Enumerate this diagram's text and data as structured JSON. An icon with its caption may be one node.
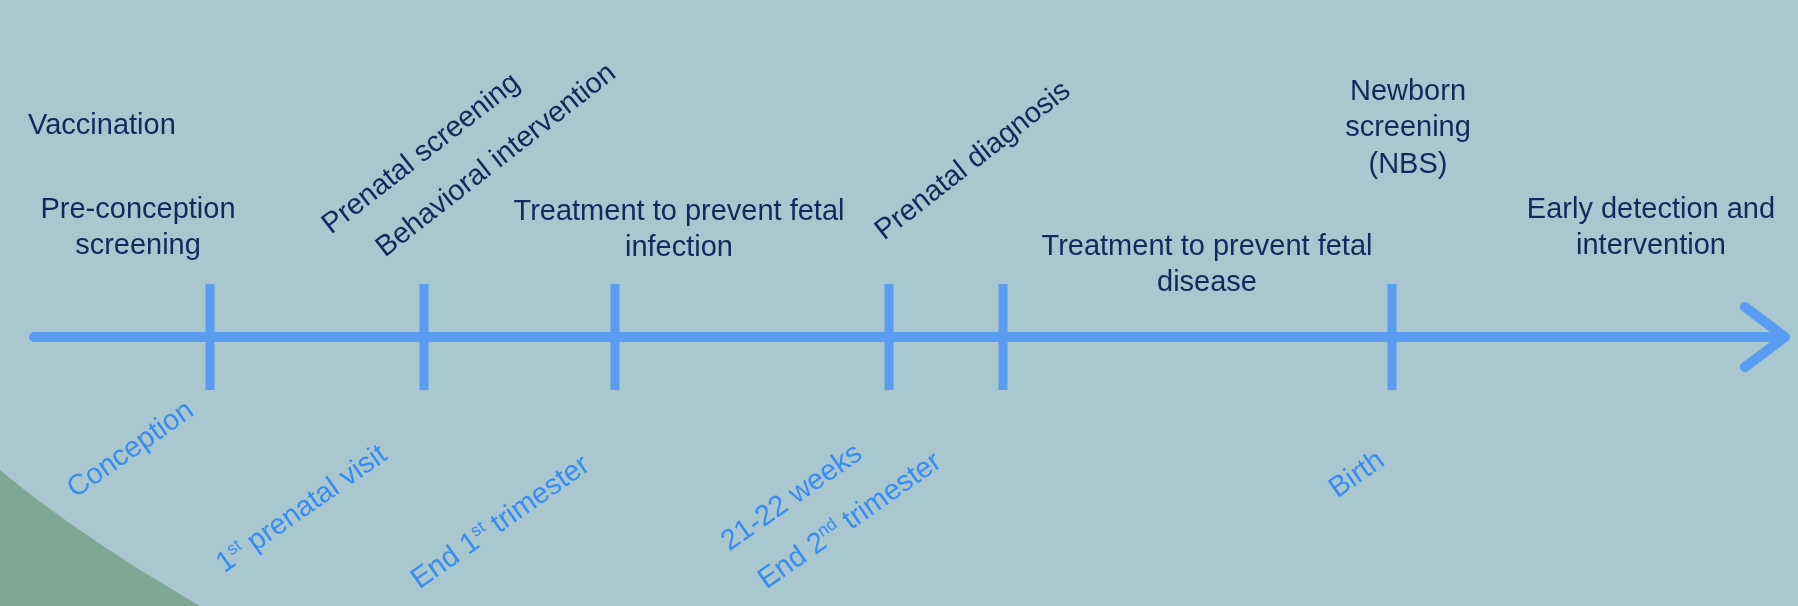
{
  "diagram": {
    "labels": [
      "Vaccination",
      "Pre-conception screening",
      "Prenatal screening",
      "Behavioral intervention",
      "Treatment to prevent fetal infection",
      "Prenatal diagnosis",
      "Newborn screening (NBS)",
      "Treatment to prevent fetal disease",
      "Early detection and intervention",
      "Conception",
      "1$^{st}$ prenatal visit",
      "End 1$^{st}$ trimester",
      "21-22 weeks",
      "End 2$^{nd}$ trimester",
      "Birth"
    ]
  }
}
